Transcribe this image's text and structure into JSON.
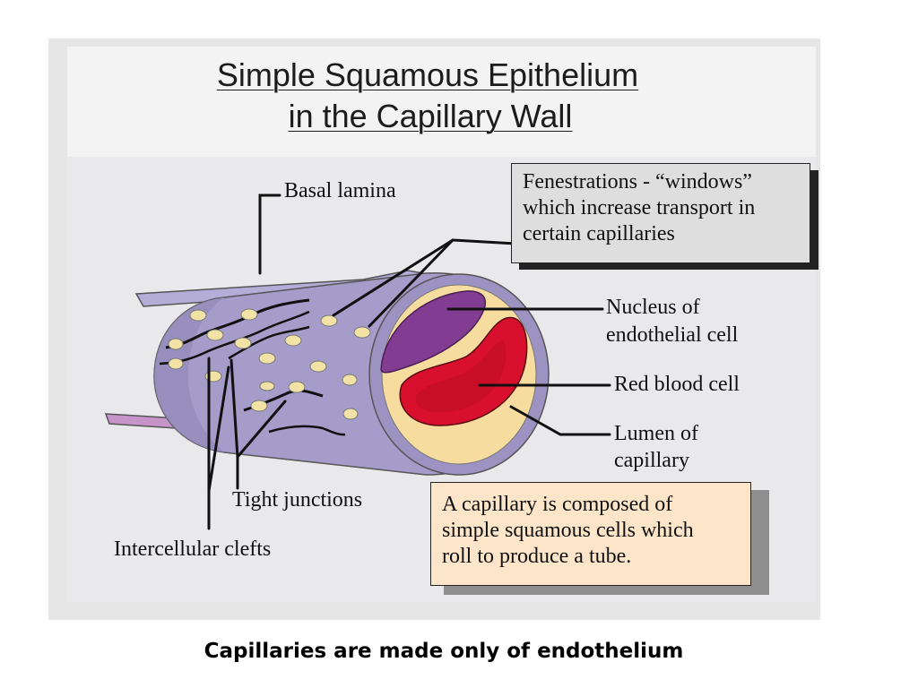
{
  "title": {
    "line1": "Simple Squamous Epithelium",
    "line2": "in the Capillary Wall"
  },
  "labels": {
    "basal_lamina": "Basal lamina",
    "fenestrations": [
      "Fenestrations - “windows”",
      "which increase transport in",
      "certain capillaries"
    ],
    "nucleus": [
      "Nucleus of",
      "endothelial cell"
    ],
    "red_blood_cell": "Red blood cell",
    "lumen": [
      "Lumen of",
      "capillary"
    ],
    "tight_junctions": "Tight junctions",
    "intercellular_clefts": "Intercellular clefts"
  },
  "note": [
    "A capillary is composed  of",
    "simple squamous cells which",
    "roll to produce a tube."
  ],
  "caption": "Capillaries are made only of endothelium",
  "colors": {
    "vessel_wall": "#a59cc9",
    "basal_lamina": "#a49ac8",
    "lumen": "#f6dc9e",
    "nucleus": "#823c92",
    "red_blood_cell": "#d8102e",
    "fenestration_dots": "#f2e2a6",
    "note_box": "#fce5c8",
    "fenestration_box": "#dedede"
  }
}
